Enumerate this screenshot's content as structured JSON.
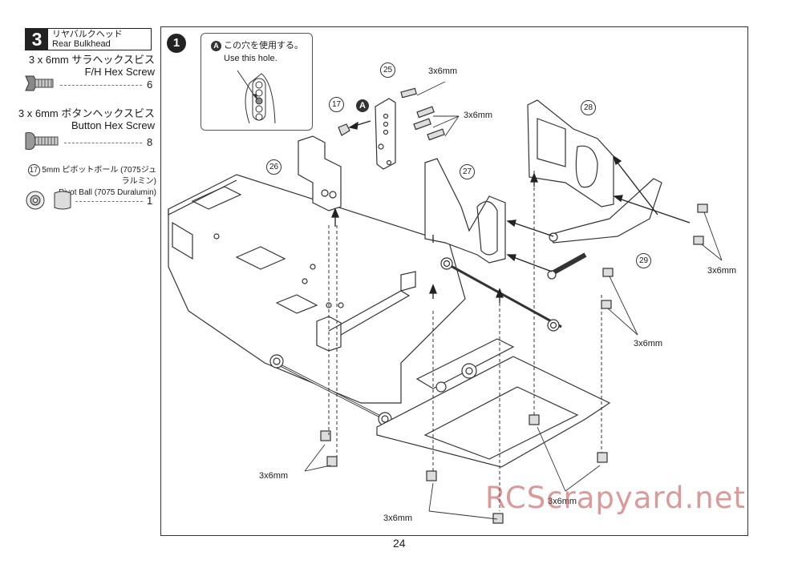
{
  "step": {
    "number": "3",
    "title_jp": "リヤバルクヘッド",
    "title_en": "Rear Bulkhead"
  },
  "parts": [
    {
      "name_jp": "3 x 6mm サラヘックスビス",
      "name_en": "F/H Hex Screw",
      "count": "6"
    },
    {
      "name_jp": "3 x 6mm ボタンヘックスビス",
      "name_en": "Button Hex Screw",
      "count": "8"
    },
    {
      "badge": "17",
      "name_jp": "5mm ピボットボール (7075ジュラルミン)",
      "name_en": "Pivot Ball (7075 Duralumin)",
      "count": "1"
    }
  ],
  "diagram": {
    "substep": "1",
    "callout": {
      "badge": "A",
      "text_jp": "この穴を使用する。",
      "text_en": "Use this hole."
    },
    "hole_marker": "A",
    "part_numbers": [
      "25",
      "17",
      "26",
      "27",
      "28",
      "29"
    ],
    "screw_label": "3x6mm"
  },
  "page_number": "24",
  "watermark": "RCScrapyard.net"
}
